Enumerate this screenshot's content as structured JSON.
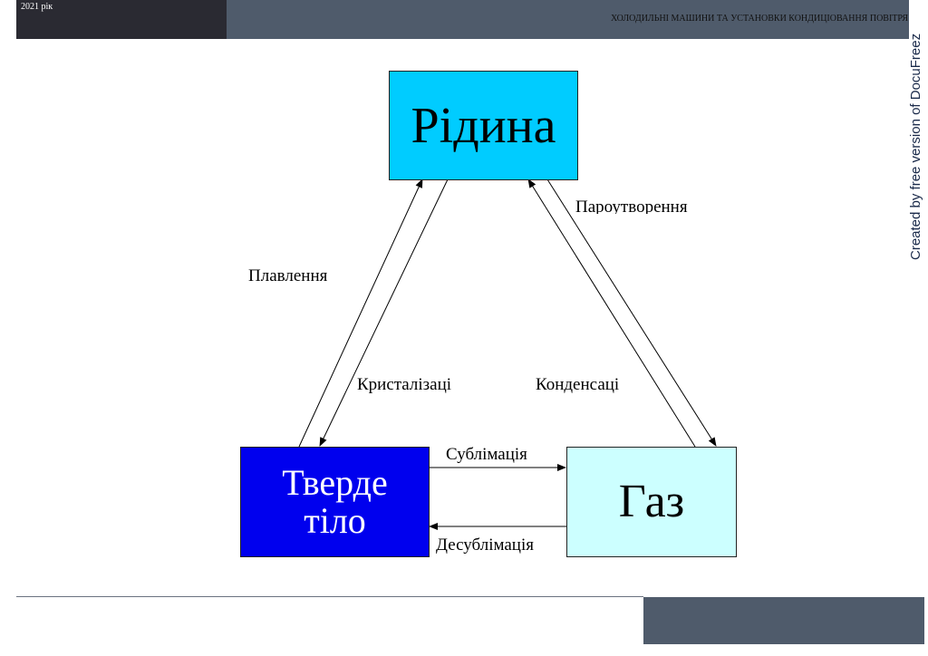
{
  "header": {
    "year": "2021 рік",
    "course_title": "ХОЛОДИЛЬНІ МАШИНИ ТА УСТАНОВКИ КОНДИЦІОВАННЯ ПОВІТРЯ"
  },
  "watermark": "Created by free version of DocuFreez",
  "diagram": {
    "nodes": {
      "liquid": "Рідина",
      "solid_line1": "Тверде",
      "solid_line2": "тіло",
      "gas": "Газ"
    },
    "edges": {
      "melting": "Плавлення",
      "crystallization": "Кристалізаці",
      "vaporization": "Пароутворення",
      "condensation": "Конденсаці",
      "sublimation": "Сублімація",
      "desublimation": "Десублімація"
    },
    "colors": {
      "liquid": "#00ccff",
      "solid": "#0000ee",
      "gas": "#ccffff"
    }
  }
}
